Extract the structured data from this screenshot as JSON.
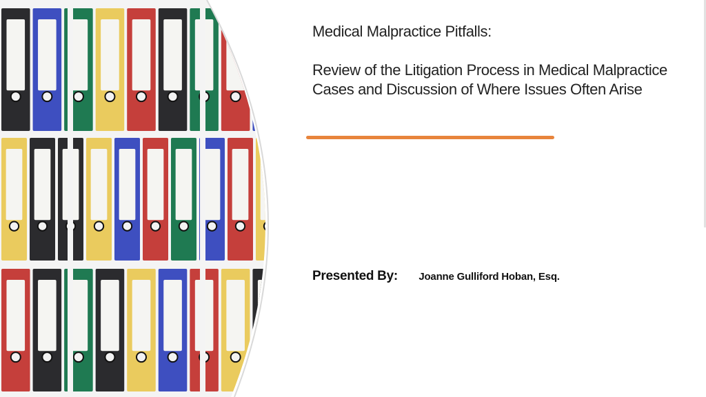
{
  "slide": {
    "title_line1": "Medical Malpractice Pitfalls:",
    "title_line2": "Review of the Litigation Process in Medical Malpractice Cases and Discussion of Where Issues Often Arise",
    "presenter_label": "Presented By:",
    "presenter_name": "Joanne Gulliford Hoban, Esq."
  },
  "colors": {
    "accent_rule": "#e8843c",
    "shelf": "#f4f4f4",
    "binder_black": "#2b2b2e",
    "binder_blue": "#3e4fc0",
    "binder_green": "#1f7a52",
    "binder_yellow": "#eacb5e",
    "binder_red": "#c53f3b"
  },
  "image": {
    "description_icon": "binders-on-shelves-image",
    "rows": [
      [
        "black",
        "blue",
        "green",
        "yellow",
        "red",
        "black",
        "green",
        "red",
        "blue"
      ],
      [
        "yellow",
        "black",
        "black",
        "yellow",
        "blue",
        "red",
        "green",
        "blue",
        "red",
        "yellow"
      ],
      [
        "red",
        "black",
        "green",
        "black",
        "yellow",
        "blue",
        "red",
        "yellow",
        "black"
      ]
    ]
  }
}
